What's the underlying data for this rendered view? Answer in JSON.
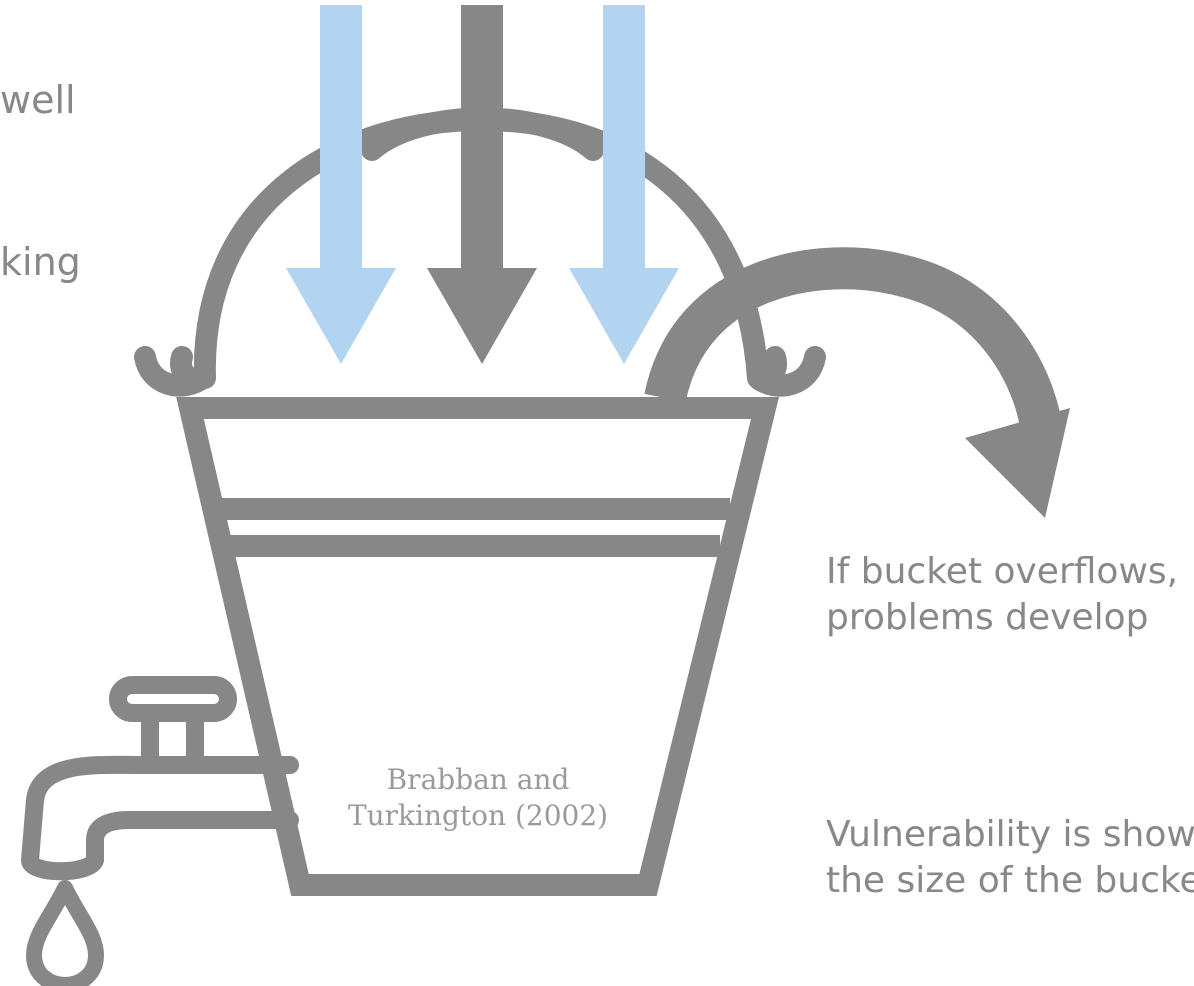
{
  "left_text": {
    "line1": "well",
    "line2": "king"
  },
  "right_text": {
    "overflow_line1": "If bucket overflows,",
    "overflow_line2": "problems develop",
    "vulnerability_line1": "Vulnerability is show",
    "vulnerability_line2": "the size of the bucke"
  },
  "citation": {
    "line1": "Brabban and",
    "line2": "Turkington (2002)"
  },
  "colors": {
    "stroke": "#878787",
    "stress_arrow": "#b3d4f0",
    "text": "#888888",
    "background": "#ffffff"
  },
  "icons": [
    "bucket-icon",
    "tap-icon",
    "water-drop-icon",
    "overflow-arrow-icon"
  ]
}
